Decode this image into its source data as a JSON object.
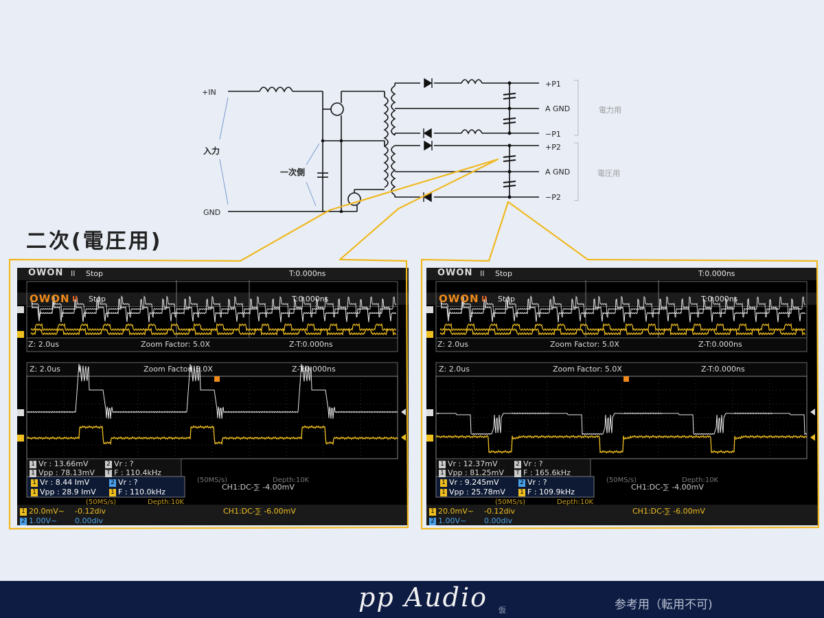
{
  "schematic": {
    "in_plus": "+IN",
    "gnd": "GND",
    "input": "入力",
    "primary": "一次側",
    "outputs": [
      "+P1",
      "A GND",
      "−P1",
      "+P2",
      "A GND",
      "−P2"
    ],
    "group_power": "電力用",
    "group_voltage": "電圧用"
  },
  "section_title": "二次(電圧用)",
  "scopes": [
    {
      "stacked_header": {
        "logo": "OWON",
        "pause": "II",
        "status": "Stop",
        "time": "T:0.000ns"
      },
      "main_header": {
        "logo": "OWON",
        "pause": "II",
        "status": "Stop",
        "time": "T:0.000ns"
      },
      "zoom_back": {
        "z": "Z: 2.0us",
        "factor": "Zoom Factor: 5.0X",
        "zt": "Z-T:0.000ns"
      },
      "zoom_main": {
        "z": "Z: 2.0us",
        "factor": "Zoom Factor: 5.0X",
        "zt": "Z-T:0.000ns"
      },
      "meas_back": {
        "vr1": "Vr : 13.66mV",
        "vr2": "Vr :    ?",
        "vpp": "Vpp : 78.13mV",
        "f": "F : 110.4kHz"
      },
      "meas_front": {
        "vr1": "Vr : 8.44 ImV",
        "vr2": "Vr :    ?",
        "vpp": "Vpp : 28.9 ImV",
        "f": "F : 110.0kHz"
      },
      "sample_back": "(50MS/s)",
      "depth_back": "Depth:10K",
      "trigger_back": "CH1:DC-⅀ -4.00mV",
      "sample": "(50MS/s)",
      "depth": "Depth:10K",
      "ch1": {
        "scale": "20.0mV~",
        "offset": "-0.12div"
      },
      "ch2": {
        "scale": "1.00V~",
        "offset": "0.00div"
      },
      "trigger": "CH1:DC-⅀ -6.00mV"
    },
    {
      "stacked_header": {
        "logo": "OWON",
        "pause": "II",
        "status": "Stop",
        "time": "T:0.000ns"
      },
      "main_header": {
        "logo": "OWON",
        "pause": "II",
        "status": "Stop",
        "time": "T:0.000ns"
      },
      "zoom_back": {
        "z": "Z: 2.0us",
        "factor": "Zoom Factor: 5.0X",
        "zt": "Z-T:0.000ns"
      },
      "zoom_main": {
        "z": "Z: 2.0us",
        "factor": "Zoom Factor: 5.0X",
        "zt": "Z-T:0.000ns"
      },
      "meas_back": {
        "vr1": "Vr : 12.37mV",
        "vr2": "Vr :    ?",
        "vpp": "Vpp : 81.25mV",
        "f": "F : 165.6kHz"
      },
      "meas_front": {
        "vr1": "Vr : 9.245mV",
        "vr2": "Vr :    ?",
        "vpp": "Vpp : 25.78mV",
        "f": "F : 109.9kHz"
      },
      "sample_back": "(50MS/s)",
      "depth_back": "Depth:10K",
      "trigger_back": "CH1:DC-⅀ -4.00mV",
      "sample": "(50MS/s)",
      "depth": "Depth:10K",
      "ch1": {
        "scale": "20.0mV~",
        "offset": "-0.12div"
      },
      "ch2": {
        "scale": "1.00V~",
        "offset": "0.00div"
      },
      "trigger": "CH1:DC-⅀ -6.00mV"
    }
  ],
  "footer": {
    "brand": "pp Audio",
    "kari": "仮",
    "note": "参考用（転用不可)"
  },
  "colors": {
    "accent_yellow": "#f0c020",
    "ch2_blue": "#4aa0e8",
    "footer_bg": "#0e1c44",
    "page_bg": "#e9eef6"
  }
}
